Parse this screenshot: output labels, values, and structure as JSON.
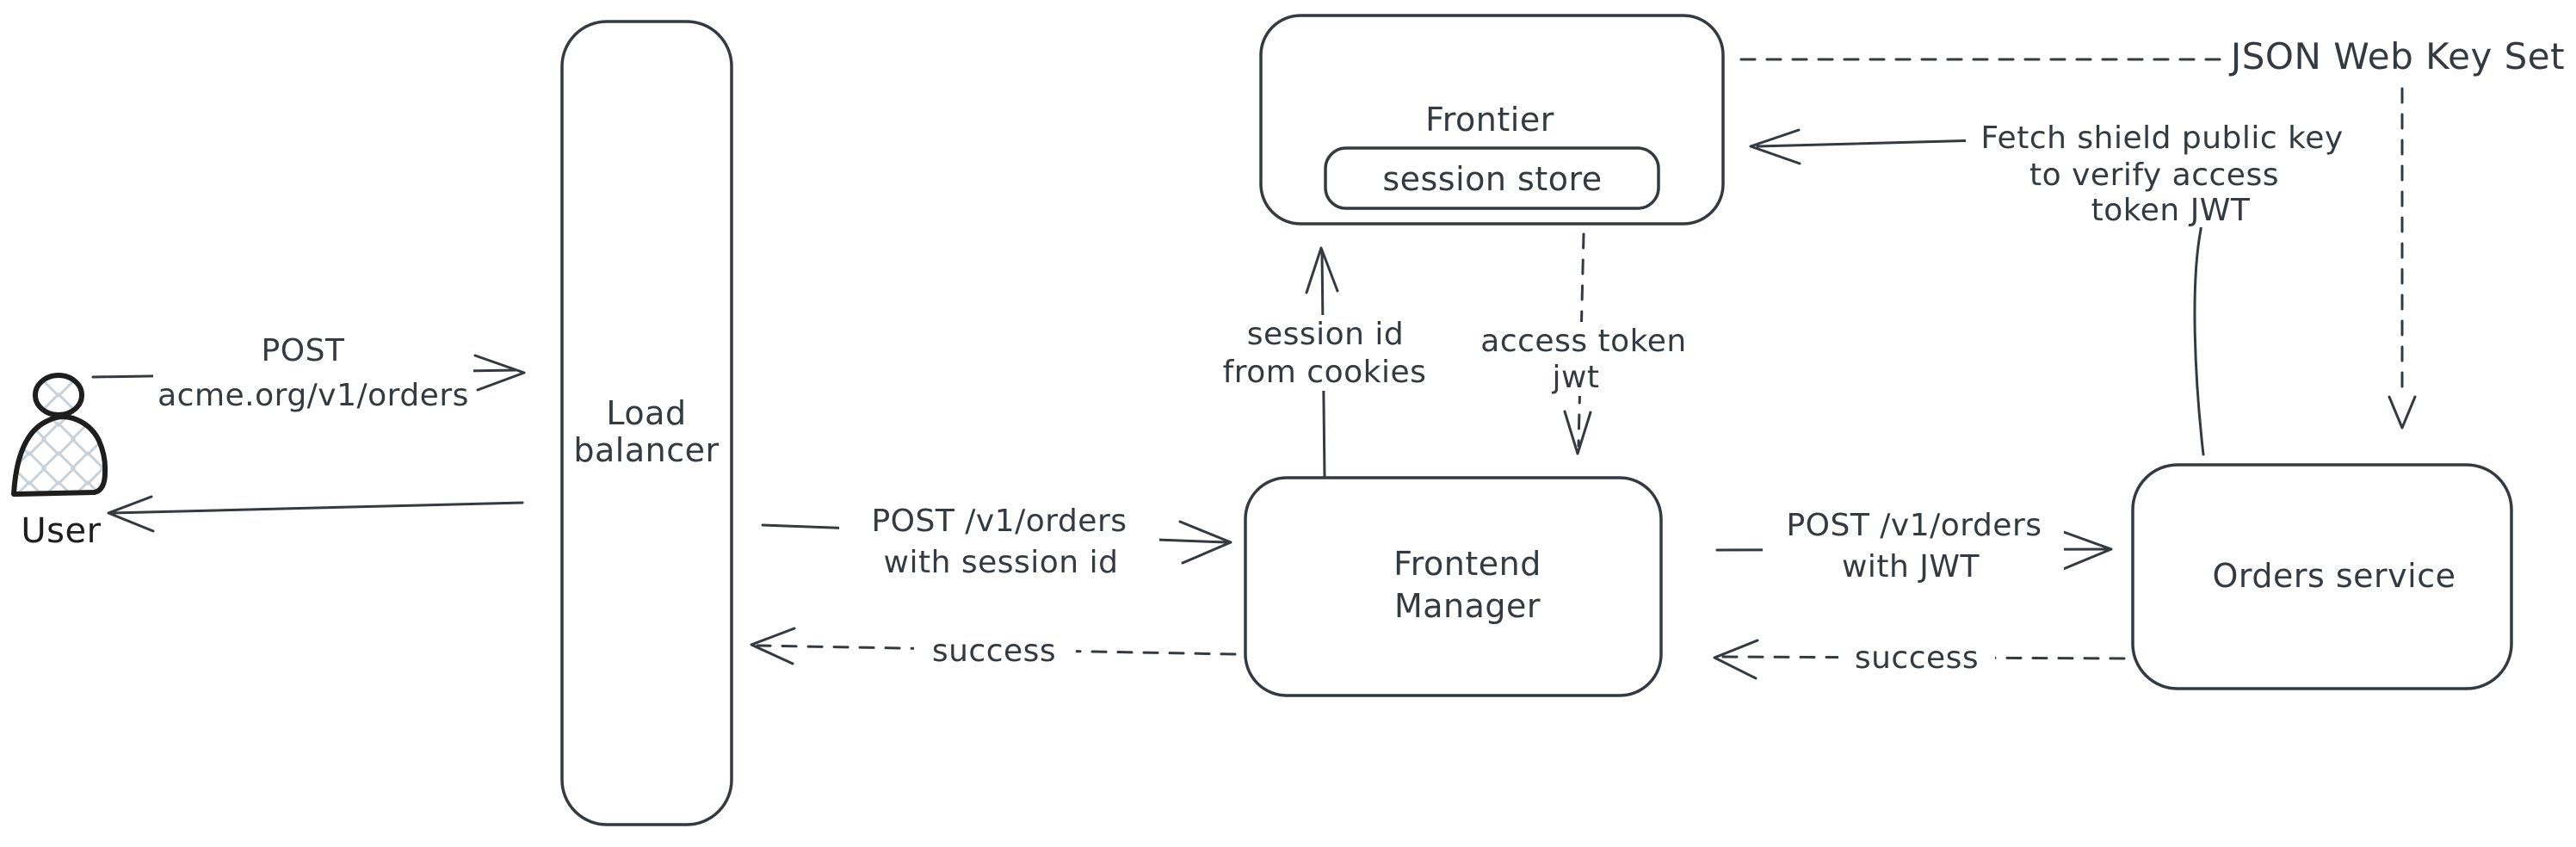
{
  "diagram": {
    "title_hint": "Session-to-JWT authentication flow diagram",
    "nodes": {
      "user": {
        "label": "User"
      },
      "load_balancer": {
        "line1": "Load",
        "line2": "balancer"
      },
      "frontier": {
        "label": "Frontier"
      },
      "session_store": {
        "label": "session store"
      },
      "frontend_manager": {
        "line1": "Frontend",
        "line2": "Manager"
      },
      "orders_service": {
        "label": "Orders service"
      }
    },
    "edges": {
      "user_to_load_balancer": {
        "line1": "POST",
        "line2": "acme.org/v1/orders"
      },
      "load_balancer_to_frontend_manager": {
        "line1": "POST /v1/orders",
        "line2": "with session id"
      },
      "frontend_manager_to_load_balancer": {
        "label": "success"
      },
      "frontend_manager_to_frontier": {
        "line1": "session id",
        "line2": "from cookies"
      },
      "frontier_to_frontend_manager": {
        "line1": "access token",
        "line2": "jwt"
      },
      "frontend_manager_to_orders_service": {
        "line1": "POST /v1/orders",
        "line2": "with JWT"
      },
      "orders_service_to_frontend_manager": {
        "label": "success"
      },
      "orders_service_to_frontier": {
        "line1": "Fetch shield public key",
        "line2": "to verify access",
        "line3": "token JWT"
      },
      "frontier_to_jwks": {
        "label": "JSON Web Key Set"
      }
    },
    "colors": {
      "stroke": "#343a40",
      "icon_stroke": "#1e1e1e",
      "hatch_fill": "#c9d2da",
      "background": "#ffffff"
    }
  }
}
